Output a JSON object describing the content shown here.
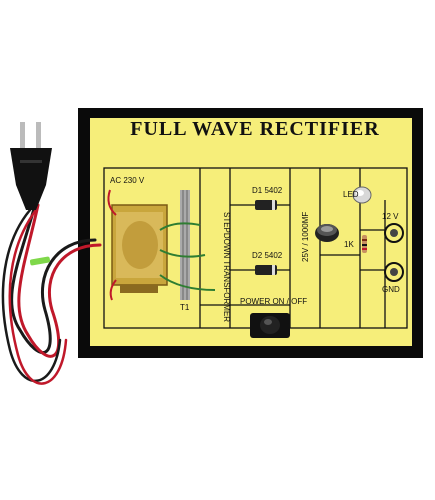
{
  "board": {
    "title": "FULL WAVE RECTIFIER",
    "labels": {
      "ac_input": "AC 230 V",
      "transformer": "STEPDOWN TRANSFORMER",
      "transformer_id": "T1",
      "diode1": "D1 5402",
      "diode2": "D2 5402",
      "capacitor": "25V / 1000MF",
      "led": "LED",
      "resistor": "1K",
      "output_positive": "12 V",
      "output_ground": "GND",
      "power_switch": "POWER ON / OFF"
    },
    "colors": {
      "panel": "#f6ee7a",
      "frame": "#0a0a0a",
      "wire_red": "#c0182a",
      "wire_black": "#1a1a1a",
      "transformer_gold": "#c9a63c",
      "tie_green": "#7fd84a"
    }
  }
}
